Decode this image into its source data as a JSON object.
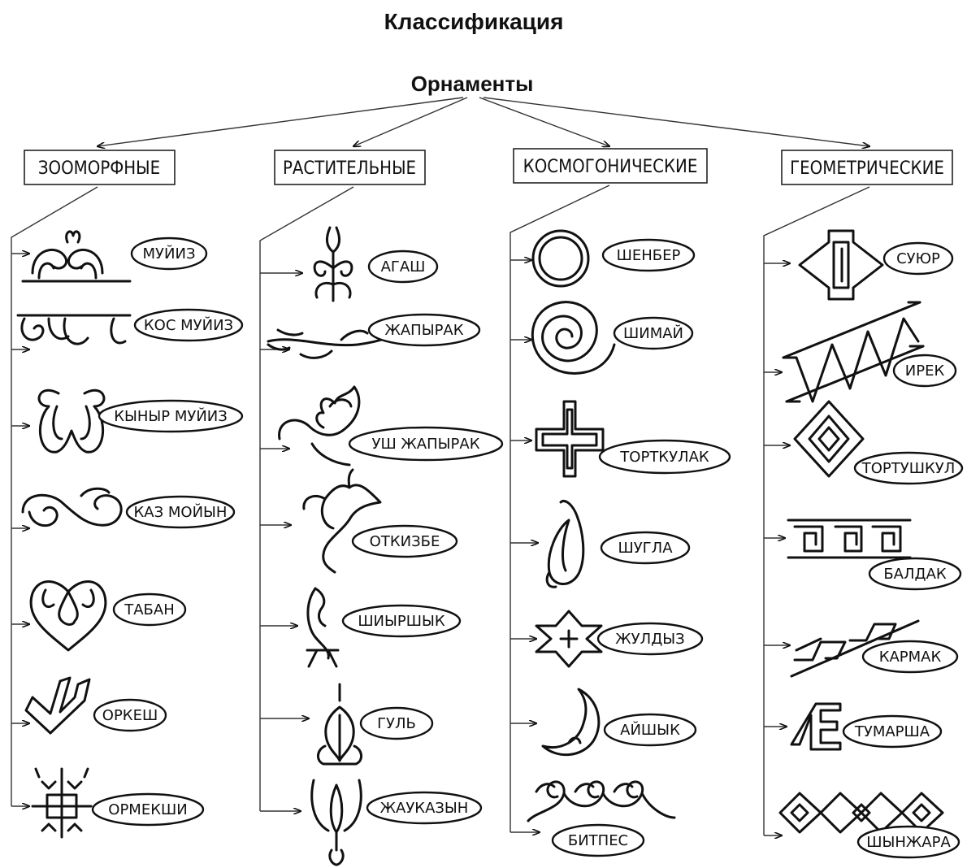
{
  "title": "Классификация",
  "root": "Орнаменты",
  "categories": [
    {
      "label": "ЗООМОРФНЫЕ",
      "items": [
        "МУЙИЗ",
        "КОС МУЙИЗ",
        "КЫНЫР МУЙИЗ",
        "КАЗ МОЙЫН",
        "ТАБАН",
        "ОРКЕШ",
        "ОРМЕКШИ"
      ]
    },
    {
      "label": "РАСТИТЕЛЬНЫЕ",
      "items": [
        "АГАШ",
        "ЖАПЫРАК",
        "УШ ЖАПЫРАК",
        "ОТКИЗБЕ",
        "ШИЫРШЫК",
        "ГУЛЬ",
        "ЖАУКАЗЫН"
      ]
    },
    {
      "label": "КОСМОГОНИЧЕСКИЕ",
      "items": [
        "ШЕНБЕР",
        "ШИМАЙ",
        "ТОРТКУЛАК",
        "ШУГЛА",
        "ЖУЛДЫЗ",
        "АЙШЫК",
        "БИТПЕС"
      ]
    },
    {
      "label": "ГЕОМЕТРИЧЕСКИЕ",
      "items": [
        "СУЮР",
        "ИРЕК",
        "ТОРТУШКУЛ",
        "БАЛДАК",
        "КАРМАК",
        "ТУМАРША",
        "ШЫНЖАРА"
      ]
    }
  ]
}
